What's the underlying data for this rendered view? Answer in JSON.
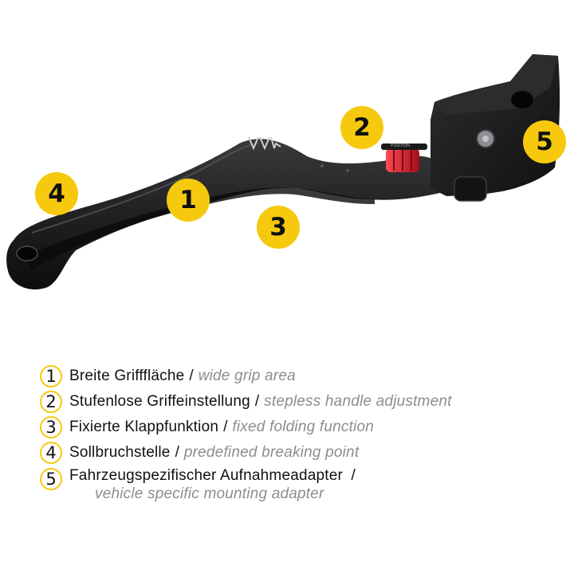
{
  "image": {
    "logo_text": "VVR",
    "adjuster_engraving": "POSITION"
  },
  "markers": [
    {
      "number": "1"
    },
    {
      "number": "2"
    },
    {
      "number": "3"
    },
    {
      "number": "4"
    },
    {
      "number": "5"
    }
  ],
  "legend": {
    "separator": "/",
    "items": [
      {
        "number": "1",
        "de": "Breite Grifffläche",
        "en": "wide grip area"
      },
      {
        "number": "2",
        "de": "Stufenlose Griffeinstellung",
        "en": "stepless handle adjustment"
      },
      {
        "number": "3",
        "de": "Fixierte Klappfunktion",
        "en": "fixed folding function"
      },
      {
        "number": "4",
        "de": "Sollbruchstelle",
        "en": "predefined breaking point"
      },
      {
        "number": "5",
        "de": "Fahrzeugspezifischer Aufnahmeadapter",
        "en": "vehicle specific mounting adapter"
      }
    ]
  },
  "colors": {
    "marker_yellow": "#f6c90e",
    "adjuster_red": "#d5202c",
    "lever_black": "#1c1c1d",
    "caption_gray": "#8d8d8d"
  }
}
